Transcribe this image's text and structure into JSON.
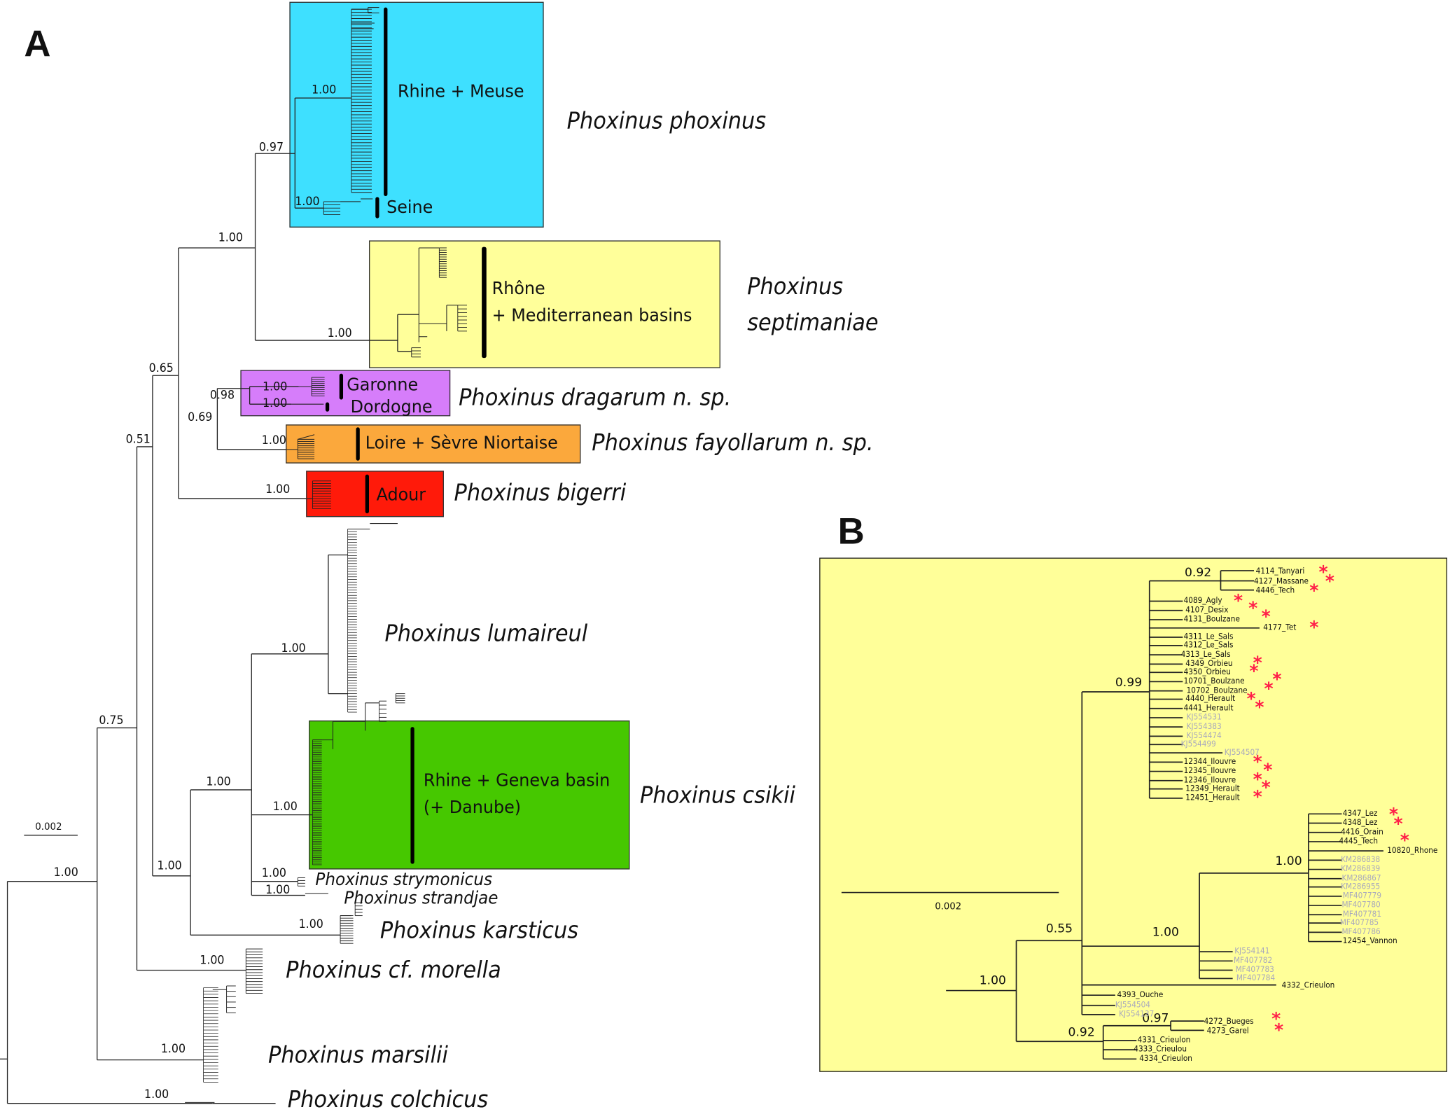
{
  "panels": {
    "a": "A",
    "b": "B"
  },
  "colors": {
    "phoxinus_phoxinus": "#3ee0ff",
    "septimaniae": "#ffff9a",
    "dragarum": "#d67dfa",
    "fayollarum": "#fba83c",
    "bigerri": "#ff1a0a",
    "csikii": "#46c800",
    "panel_b_bg": "#ffff99",
    "asterisk": "#ff1f48",
    "genbank_label": "#a9a9bd"
  },
  "tree_a": {
    "scale_bar_label": "0.002",
    "clades": [
      {
        "species": "Phoxinus phoxinus",
        "basins": [
          "Rhine + Meuse",
          "Seine"
        ],
        "support": [
          "0.97",
          "1.00",
          "1.00"
        ]
      },
      {
        "species_line1": "Phoxinus",
        "species_line2": "septimaniae",
        "basin_line1": "Rhône",
        "basin_line2": "+ Mediterranean basins",
        "support": "1.00"
      },
      {
        "species": "Phoxinus dragarum n. sp.",
        "basin_line1": "Garonne",
        "basin_line2": "Dordogne",
        "support": [
          "0.98",
          "1.00",
          "1.00"
        ]
      },
      {
        "species": "Phoxinus fayollarum n. sp.",
        "basin": "Loire + Sèvre Niortaise",
        "support": "1.00"
      },
      {
        "species": "Phoxinus bigerri",
        "basin": "Adour",
        "support": "1.00"
      },
      {
        "species": "Phoxinus lumaireul",
        "support": "1.00"
      },
      {
        "species": "Phoxinus csikii",
        "basin_line1": "Rhine + Geneva basin",
        "basin_line2": "(+ Danube)",
        "support": "1.00"
      },
      {
        "species": "Phoxinus strymonicus",
        "support": "1.00"
      },
      {
        "species": "Phoxinus strandjae",
        "support": "1.00"
      },
      {
        "species": "Phoxinus karsticus",
        "support": "1.00"
      },
      {
        "species": "Phoxinus cf. morella",
        "support": "1.00"
      },
      {
        "species": "Phoxinus marsilii",
        "support": "1.00"
      },
      {
        "species": "Phoxinus colchicus",
        "support": "1.00"
      }
    ],
    "internal_support": {
      "n_phox_sept": "1.00",
      "n_065": "0.65",
      "n_069": "0.69",
      "n_051": "0.51",
      "n_075": "0.75",
      "n_lum_csi": "1.00",
      "n_csi_group": "1.00",
      "n_danube": "1.00",
      "root": "1.00"
    }
  },
  "tree_b": {
    "scale_bar_label": "0.002",
    "support": {
      "root": "1.00",
      "n055": "0.55",
      "n099": "0.99",
      "n092_top": "0.92",
      "n100_mid": "1.00",
      "n100_rhone": "1.00",
      "n092_bottom": "0.92",
      "n097": "0.97"
    },
    "tips": [
      {
        "label": "4114_Tanyari",
        "genbank": false,
        "star": true
      },
      {
        "label": "4127_Massane",
        "genbank": false,
        "star": true
      },
      {
        "label": "4446_Tech",
        "genbank": false,
        "star": true
      },
      {
        "label": "4089_Agly",
        "genbank": false,
        "star": true
      },
      {
        "label": "4107_Desix",
        "genbank": false,
        "star": true
      },
      {
        "label": "4131_Boulzane",
        "genbank": false,
        "star": true
      },
      {
        "label": "4177_Tet",
        "genbank": false,
        "star": true
      },
      {
        "label": "4311_Le_Sals",
        "genbank": false,
        "star": false
      },
      {
        "label": "4312_Le_Sals",
        "genbank": false,
        "star": false
      },
      {
        "label": "4313_Le_Sals",
        "genbank": false,
        "star": false
      },
      {
        "label": "4349_Orbieu",
        "genbank": false,
        "star": true
      },
      {
        "label": "4350_Orbieu",
        "genbank": false,
        "star": true
      },
      {
        "label": "10701_Boulzane",
        "genbank": false,
        "star": true
      },
      {
        "label": "10702_Boulzane",
        "genbank": false,
        "star": true
      },
      {
        "label": "4440_Herault",
        "genbank": false,
        "star": true
      },
      {
        "label": "4441_Herault",
        "genbank": false,
        "star": true
      },
      {
        "label": "KJ554531",
        "genbank": true,
        "star": false
      },
      {
        "label": "KJ554383",
        "genbank": true,
        "star": false
      },
      {
        "label": "KJ554474",
        "genbank": true,
        "star": false
      },
      {
        "label": "KJ554499",
        "genbank": true,
        "star": false
      },
      {
        "label": "KJ554507",
        "genbank": true,
        "star": false
      },
      {
        "label": "12344_Ilouvre",
        "genbank": false,
        "star": true
      },
      {
        "label": "12345_Ilouvre",
        "genbank": false,
        "star": true
      },
      {
        "label": "12346_Ilouvre",
        "genbank": false,
        "star": true
      },
      {
        "label": "12349_Herault",
        "genbank": false,
        "star": true
      },
      {
        "label": "12451_Herault",
        "genbank": false,
        "star": true
      },
      {
        "label": "4347_Lez",
        "genbank": false,
        "star": true
      },
      {
        "label": "4348_Lez",
        "genbank": false,
        "star": true
      },
      {
        "label": "4416_Orain",
        "genbank": false,
        "star": false
      },
      {
        "label": "4445_Tech",
        "genbank": false,
        "star": true
      },
      {
        "label": "10820_Rhone",
        "genbank": false,
        "star": false
      },
      {
        "label": "KM286838",
        "genbank": true,
        "star": false
      },
      {
        "label": "KM286839",
        "genbank": true,
        "star": false
      },
      {
        "label": "KM286867",
        "genbank": true,
        "star": false
      },
      {
        "label": "KM286955",
        "genbank": true,
        "star": false
      },
      {
        "label": "MF407779",
        "genbank": true,
        "star": false
      },
      {
        "label": "MF407780",
        "genbank": true,
        "star": false
      },
      {
        "label": "MF407781",
        "genbank": true,
        "star": false
      },
      {
        "label": "MF407785",
        "genbank": true,
        "star": false
      },
      {
        "label": "MF407786",
        "genbank": true,
        "star": false
      },
      {
        "label": "12454_Vannon",
        "genbank": false,
        "star": false
      },
      {
        "label": "KJ554141",
        "genbank": true,
        "star": false
      },
      {
        "label": "MF407782",
        "genbank": true,
        "star": false
      },
      {
        "label": "MF407783",
        "genbank": true,
        "star": false
      },
      {
        "label": "MF407784",
        "genbank": true,
        "star": false
      },
      {
        "label": "4332_Crieulon",
        "genbank": false,
        "star": false
      },
      {
        "label": "4393_Ouche",
        "genbank": false,
        "star": false
      },
      {
        "label": "KJ554504",
        "genbank": true,
        "star": false
      },
      {
        "label": "KJ554137",
        "genbank": true,
        "star": false
      },
      {
        "label": "4272_Bueges",
        "genbank": false,
        "star": true
      },
      {
        "label": "4273_Garel",
        "genbank": false,
        "star": true
      },
      {
        "label": "4331_Crieulon",
        "genbank": false,
        "star": false
      },
      {
        "label": "4333_Crieulou",
        "genbank": false,
        "star": false
      },
      {
        "label": "4334_Crieulon",
        "genbank": false,
        "star": false
      }
    ]
  }
}
